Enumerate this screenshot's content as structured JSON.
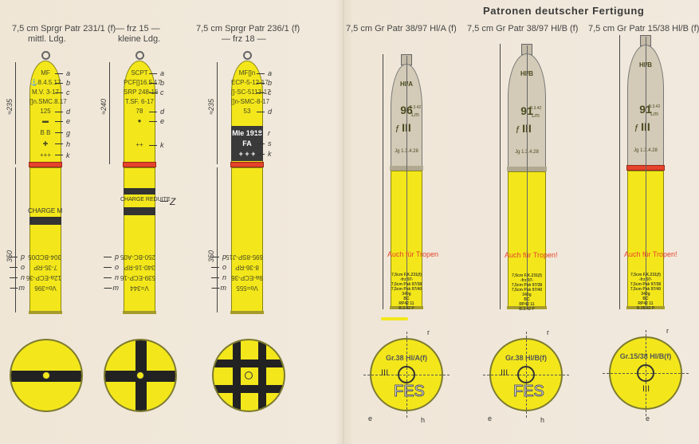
{
  "heading": "Patronen deutscher Fertigung",
  "titles": {
    "t1a": "7,5 cm Sprgr Patr 231/1 (f)",
    "t1b": "— frz 15 —",
    "t1c": "mittl. Ldg.",
    "t1d": "kleine Ldg.",
    "t2a": "7,5 cm Sprgr Patr 236/1 (f)",
    "t2b": "— frz 18 —",
    "t4": "7,5 cm Gr Patr 38/97 Hl/A (f)",
    "t5": "7,5 cm Gr Patr 38/97 Hl/B (f)",
    "t6": "7,5 cm Gr Patr 15/38 Hl/B (f)"
  },
  "left_shells": [
    {
      "dim_upper": "≈235",
      "dim_lower": "350",
      "nose": [
        [
          "MF",
          "a"
        ],
        [
          "⚓8.4.5.17",
          "b"
        ],
        [
          "M.V. 3-17",
          "c"
        ],
        [
          "[]n.SMC.8.17",
          ""
        ],
        [
          "125",
          "d"
        ],
        [
          "▬",
          "e"
        ]
      ],
      "body": [
        [
          "B      B",
          "g"
        ],
        [
          "✚",
          "h"
        ],
        [
          "+++",
          "k"
        ]
      ],
      "charge": "CHARGE M",
      "base": [
        [
          "Vo=396",
          "m"
        ],
        [
          "12a-ECP-36",
          "n"
        ],
        [
          "7-35-RP",
          "o"
        ],
        [
          "304-BCD05",
          "p"
        ]
      ]
    },
    {
      "dim_upper": "≈240",
      "dim_lower": "",
      "nose": [
        [
          "SCPT",
          "a"
        ],
        [
          "PCF[]16.5.17",
          "b"
        ],
        [
          "SRP 248-16",
          "c"
        ],
        [
          "T.SF. 6-17",
          ""
        ],
        [
          "78",
          "d"
        ],
        [
          "●",
          "e"
        ]
      ],
      "body": [
        [
          "++",
          "k"
        ]
      ],
      "charge": "CHARGE REDUITE",
      "charge_letter": "Z",
      "base": [
        [
          "V=344",
          "m"
        ],
        [
          "539-ECP-16",
          "n"
        ],
        [
          "340-16-RP",
          "o"
        ],
        [
          "250-BC-A05",
          "p"
        ]
      ]
    },
    {
      "dim_upper": "≈235",
      "dim_lower": "350",
      "nose": [
        [
          "MF[]n",
          "a"
        ],
        [
          "ECP-5-12-17",
          "b"
        ],
        [
          "[]-SC-5113-17",
          "c"
        ],
        [
          "[]n-SMC-8-17",
          ""
        ],
        [
          "53",
          "d"
        ]
      ],
      "black": [
        [
          "Mle 1918",
          "r"
        ],
        [
          "FA",
          "s"
        ],
        [
          "+ + +",
          "k"
        ]
      ],
      "base": [
        [
          "Vo=555",
          "m"
        ],
        [
          "9a-ECP-36",
          "n"
        ],
        [
          "8-36-RP",
          "o"
        ],
        [
          "695-8SP-J15",
          "p"
        ]
      ]
    }
  ],
  "right_shells": [
    {
      "nose": "Hl/A",
      "num": "96",
      "date": "B.3.42",
      "lm": "Lm",
      "roman": "III",
      "f": "f",
      "jg": "Jg 1.3.4.28",
      "tropen": "Auch für Tropen",
      "lines": [
        "7,5cm F.K.231(f)",
        "-frz 97-",
        "7,5cm Pak 97/38",
        "7,5cm Pak 97/40",
        "340g",
        "BC",
        "RP42 11",
        "B.3.42 P"
      ]
    },
    {
      "nose": "Hl/B",
      "num": "91",
      "date": "B.3.42",
      "lm": "Lm",
      "roman": "III",
      "f": "f",
      "jg": "Jg 1.3.4.28",
      "tropen": "Auch für Tropen!",
      "lines": [
        "7,5cm F.K.231(f)",
        "-frz 97-",
        "7,5cm Pak 97/38",
        "7,5cm Pak 97/40",
        "340g",
        "BC",
        "RP42 11",
        "B.3.42 P"
      ]
    },
    {
      "nose": "Hl/B",
      "num": "91",
      "date": "B.3.42",
      "lm": "Lm",
      "roman": "III",
      "f": "f",
      "jg": "Jg 1.3.4.28",
      "tropen": "Auch für Tropen!",
      "lines": [
        "7,5cm F.K.231(f)",
        "-frz 97-",
        "7,5cm Pak 97/38",
        "7,5cm Pak 97/40",
        "340g",
        "BC",
        "RP42 11",
        "B.38.42 P"
      ]
    }
  ],
  "discs": [
    {
      "label": "Gr.38 Hl/A(f)",
      "roman": "III",
      "mark": "FES",
      "l1": "r",
      "l2": "e",
      "l3": "h"
    },
    {
      "label": "Gr.38 Hl/B(f)",
      "roman": "III",
      "mark": "FES",
      "l1": "r",
      "l2": "e",
      "l3": "h"
    },
    {
      "label": "Gr.15/38 Hl/B(f)",
      "roman": "III",
      "mark": "",
      "l1": "r",
      "l2": "e",
      "l3": ""
    }
  ]
}
